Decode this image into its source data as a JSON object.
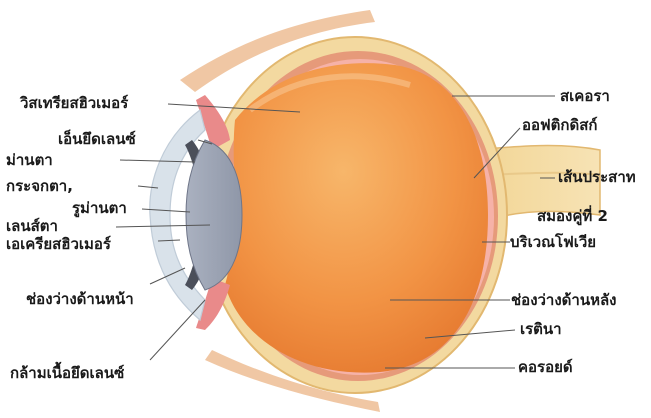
{
  "labels": {
    "vitreous_humor": "วิสเทรียสฮิวเมอร์",
    "ciliary_body": "เอ็นยึดเลนซ์",
    "iris": "ม่านตา",
    "cornea": "กระจกตา,",
    "pupil": "รูม่านตา",
    "lens": "เลนส์ตา",
    "aqueous_humor": "เอเครียสฮิวเมอร์",
    "anterior_chamber": "ช่องว่างด้านหน้า",
    "ciliary_muscle": "กล้ามเนื้อยึดเลนซ์",
    "sclera": "สเคอรา",
    "optic_disc": "ออฟติกดิสก์",
    "optic_nerve": "เส้นประสาท",
    "cranial_nerve_2": "สมองคู่ที่ 2",
    "fovea": "บริเวณโฟเวีย",
    "posterior_chamber": "ช่องว่างด้านหลัง",
    "retina": "เรตินา",
    "choroid": "คอรอยด์"
  },
  "colors": {
    "sclera": "#f3d9a0",
    "sclera_edge": "#e2b870",
    "choroid": "#e69a7a",
    "retina": "#f6b2a8",
    "vitreous_top": "#f4a24e",
    "vitreous_bottom": "#f08a3a",
    "lens": "#b7bcc9",
    "cornea": "#d9e2ea",
    "muscle": "#e98a8a",
    "leader": "#555555"
  }
}
